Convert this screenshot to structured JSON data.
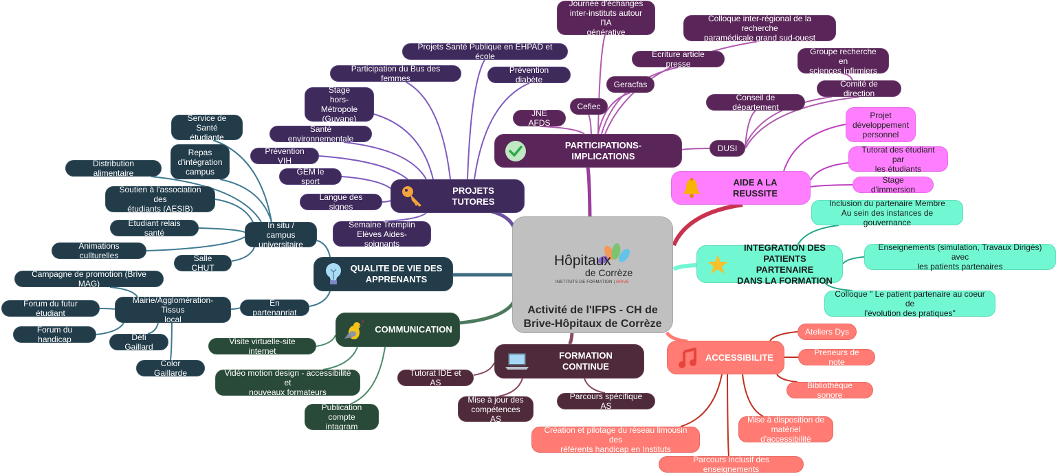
{
  "center": {
    "logo_title": "Hôpitaux",
    "logo_subtitle": "de Corrèze",
    "logo_institute": "INSTITUTS DE FORMATION | ",
    "logo_city": "BRIVE",
    "title": "Activité de l'IFPS - CH de\nBrive-Hôpitaux de Corrèze"
  },
  "colors": {
    "participations": "#5a2559",
    "projets": "#3f2a5c",
    "aide": "#ff7eff",
    "integration": "#72f7d3",
    "accessibilite": "#ff7b73",
    "formation": "#4f2a3b",
    "communication": "#294a38",
    "qualite": "#223c4a"
  },
  "branches": {
    "participations": {
      "label": "PARTICIPATIONS-IMPLICATIONS",
      "icon": "check-circle-icon",
      "children": [
        "Journée d'échanges\ninter-instituts autour l'IA\ngénérative",
        "Cefiec",
        "JNE AFDS",
        "Geracfas",
        "Ecriture article presse",
        "Colloque inter-régional de la recherche\nparamédicale grand sud-ouest",
        "DUSI",
        "Conseil de département",
        "Comité de direction",
        "Groupe recherche en\nsciences infirmiers"
      ]
    },
    "projets": {
      "label": "PROJETS TUTORES",
      "icon": "key-icon",
      "children": [
        "Projets Santé Publique en EHPAD et école",
        "Participation du Bus des femmes",
        "Prévention diabète",
        "Stage\nhors-Métropole\n(Guyane)",
        "Santé environnementale",
        "Prévention VIH",
        "GEM le sport",
        "Langue des signes",
        "Semaine Tremplin\nElèves Aides-soignants"
      ]
    },
    "aide": {
      "label": "AIDE A LA REUSSITE",
      "icon": "bell-icon",
      "children": [
        "Projet\ndéveloppement\npersonnel",
        "Tutorat des étudiant par\nles étudiants",
        "Stage d'immersion"
      ]
    },
    "integration": {
      "label": "INTEGRATION DES\nPATIENTS PARTENAIRE\nDANS LA FORMATION",
      "icon": "star-icon",
      "children": [
        "Inclusion du partenaire Membre\nAu sein des instances de gouvernance",
        "Enseignements (simulation, Travaux Dirigés) avec\nles patients partenaires",
        "Colloque \" Le patient partenaire au coeur de\nl'évolution des pratiques\""
      ]
    },
    "accessibilite": {
      "label": "ACCESSIBILITE",
      "icon": "music-note-icon",
      "children": [
        "Ateliers Dys",
        "Preneurs de note",
        "Bibliothèque sonore",
        "Mise à disposition de\nmatériel d'accessibilité",
        "Parcours inclusif des enseignements",
        "Création et pilotage du réseau limousin des\nréférents handicap en Instituts"
      ]
    },
    "formation": {
      "label": "FORMATION CONTINUE",
      "icon": "laptop-icon",
      "children": [
        "Tutorat IDE et AS",
        "Mise à jour des\ncompétences AS",
        "Parcours spécifique AS"
      ]
    },
    "communication": {
      "label": "COMMUNICATION",
      "icon": "singing-bird-icon",
      "children": [
        "Visite virtuelle-site internet",
        "Vidéo motion design - accessibilité et\nnouveaux formateurs",
        "Publication\ncompte intagram"
      ]
    },
    "qualite": {
      "label": "QUALITE DE VIE DES\nAPPRENANTS",
      "icon": "light-bulb-icon",
      "children": [
        "In situ / campus\nuniversitaire",
        "Service de\nSanté étudiante",
        "Repas\nd'intégration\ncampus",
        "Distribution alimentaire",
        "Soutien à l'association des\nétudiants (AESIB)",
        "Etudiant relais santé",
        "Animations cullturelles",
        "Salle CHUT",
        "En partenanriat",
        "Mairie/Agglomération-Tissus\nlocal",
        "Campagne de promotion (Brive MAG)",
        "Forum du futur étudiant",
        "Forum du handicap",
        "Défi Gaillard",
        "Color Gaillarde"
      ]
    }
  }
}
